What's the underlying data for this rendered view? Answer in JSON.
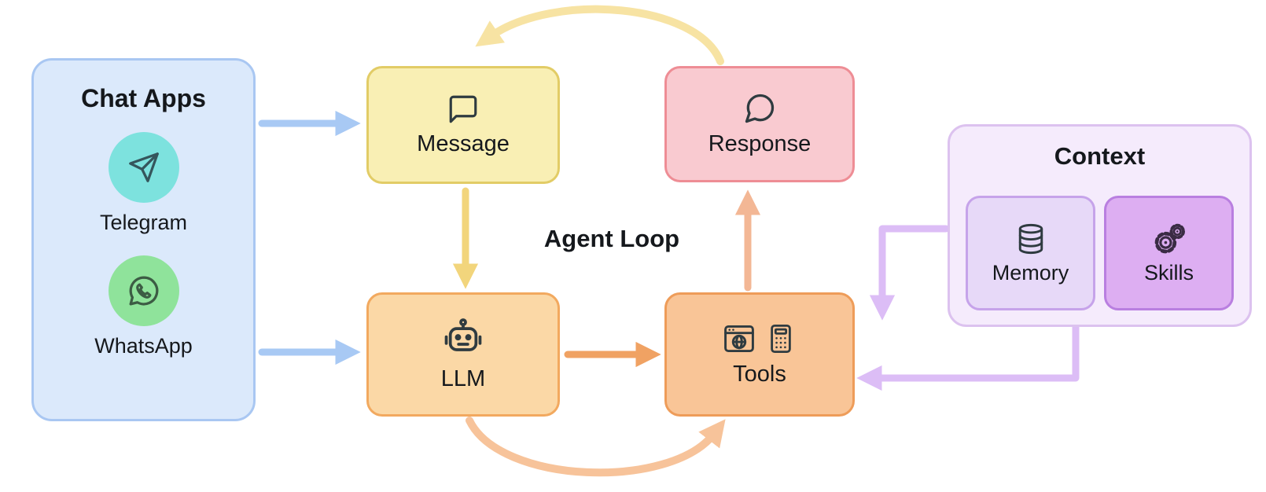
{
  "diagram_title": "Agent Loop",
  "chat_apps": {
    "title": "Chat Apps",
    "items": [
      {
        "label": "Telegram",
        "icon": "telegram-icon",
        "color": "#7de2de"
      },
      {
        "label": "WhatsApp",
        "icon": "whatsapp-icon",
        "color": "#8fe39b"
      }
    ]
  },
  "nodes": {
    "message": {
      "label": "Message",
      "icon": "message-bubble-icon",
      "fill": "#f9efb4",
      "border": "#e2cc66"
    },
    "response": {
      "label": "Response",
      "icon": "response-bubble-icon",
      "fill": "#f9cad0",
      "border": "#ee8d95"
    },
    "llm": {
      "label": "LLM",
      "icon": "robot-icon",
      "fill": "#fbd8a6",
      "border": "#f2a95f"
    },
    "tools": {
      "label": "Tools",
      "icon": "browser-and-calculator-icons",
      "fill": "#f9c597",
      "border": "#ee9c59"
    }
  },
  "context": {
    "title": "Context",
    "items": [
      {
        "label": "Memory",
        "icon": "database-icon",
        "fill": "#e7d9f8"
      },
      {
        "label": "Skills",
        "icon": "gears-icon",
        "fill": "#ddaef2"
      }
    ]
  },
  "edges": [
    {
      "from": "Chat Apps",
      "to": "Message",
      "color": "#a8c9f4",
      "style": "straight"
    },
    {
      "from": "Chat Apps",
      "to": "LLM",
      "color": "#a8c9f4",
      "style": "straight"
    },
    {
      "from": "Message",
      "to": "LLM",
      "color": "#f2d57c",
      "style": "straight"
    },
    {
      "from": "LLM",
      "to": "Tools",
      "color": "#f0a263",
      "style": "straight"
    },
    {
      "from": "Tools",
      "to": "Response",
      "color": "#f3b795",
      "style": "straight"
    },
    {
      "from": "Response",
      "to": "Message",
      "color": "#f7e3a3",
      "style": "curved-top"
    },
    {
      "from": "LLM",
      "to": "Tools",
      "color": "#f7c39a",
      "style": "curved-bottom"
    },
    {
      "from": "Context",
      "to": "Tools",
      "color": "#dcbdf6",
      "style": "elbow-upper"
    },
    {
      "from": "Context",
      "to": "Tools",
      "color": "#dcbdf6",
      "style": "elbow-lower"
    }
  ]
}
